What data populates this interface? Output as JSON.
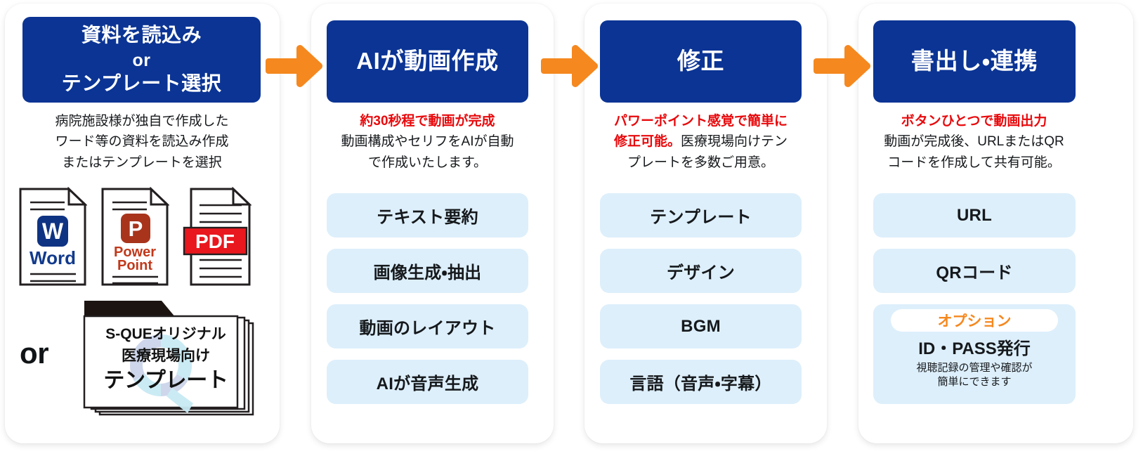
{
  "colors": {
    "header_blue": "#0b3494",
    "arrow_orange": "#f5881f",
    "pill_blue": "#ddeffb",
    "red_text": "#e8090c",
    "option_orange": "#f5881f",
    "card_white": "#ffffff"
  },
  "steps": [
    {
      "id": "step-1",
      "header_lines": [
        "資料を読込み",
        "or",
        "テンプレート選択"
      ],
      "desc_lines": [
        "病院施設様が独自で作成した",
        "ワード等の資料を読込み作成",
        "またはテンプレートを選択"
      ],
      "docs": [
        {
          "icon": "word-document-icon",
          "badge": "W",
          "label": "Word"
        },
        {
          "icon": "powerpoint-document-icon",
          "badge": "P",
          "label_line1": "Power",
          "label_line2": "Point"
        },
        {
          "icon": "pdf-document-icon",
          "badge": "PDF",
          "label": ""
        }
      ],
      "or_label": "or",
      "template": {
        "line1": "S-QUEオリジナル",
        "line2": "医療現場向け",
        "line3": "テンプレート"
      }
    },
    {
      "id": "step-2",
      "header": "AIが動画作成",
      "desc_highlight": "約30秒程で動画が完成",
      "desc_lines": [
        "動画構成やセリフをAIが自動",
        "で作成いたします。"
      ],
      "features": [
        "テキスト要約",
        "画像生成・抽出",
        "動画のレイアウト",
        "AIが音声生成"
      ]
    },
    {
      "id": "step-3",
      "header": "修正",
      "desc_highlight_line1": "パワーポイント感覚で簡単に",
      "desc_highlight_line2": "修正可能。",
      "desc_rest_line2": "医療現場向けテン",
      "desc_lines": [
        "プレートを多数ご用意。"
      ],
      "features": [
        "テンプレート",
        "デザイン",
        "BGM",
        "言語（音声・字幕）"
      ]
    },
    {
      "id": "step-4",
      "header": "書出し・連携",
      "desc_highlight": "ボタンひとつで動画出力",
      "desc_lines": [
        "動画が完成後、URLまたはQR",
        "コードを作成して共有可能。"
      ],
      "features": [
        "URL",
        "QRコード"
      ],
      "option": {
        "badge": "オプション",
        "title": "ID・PASS発行",
        "sub_line1": "視聴記録の管理や確認が",
        "sub_line2": "簡単にできます"
      }
    }
  ],
  "arrows": [
    {
      "name": "arrow-step1-to-step2"
    },
    {
      "name": "arrow-step2-to-step3"
    },
    {
      "name": "arrow-step3-to-step4"
    }
  ]
}
